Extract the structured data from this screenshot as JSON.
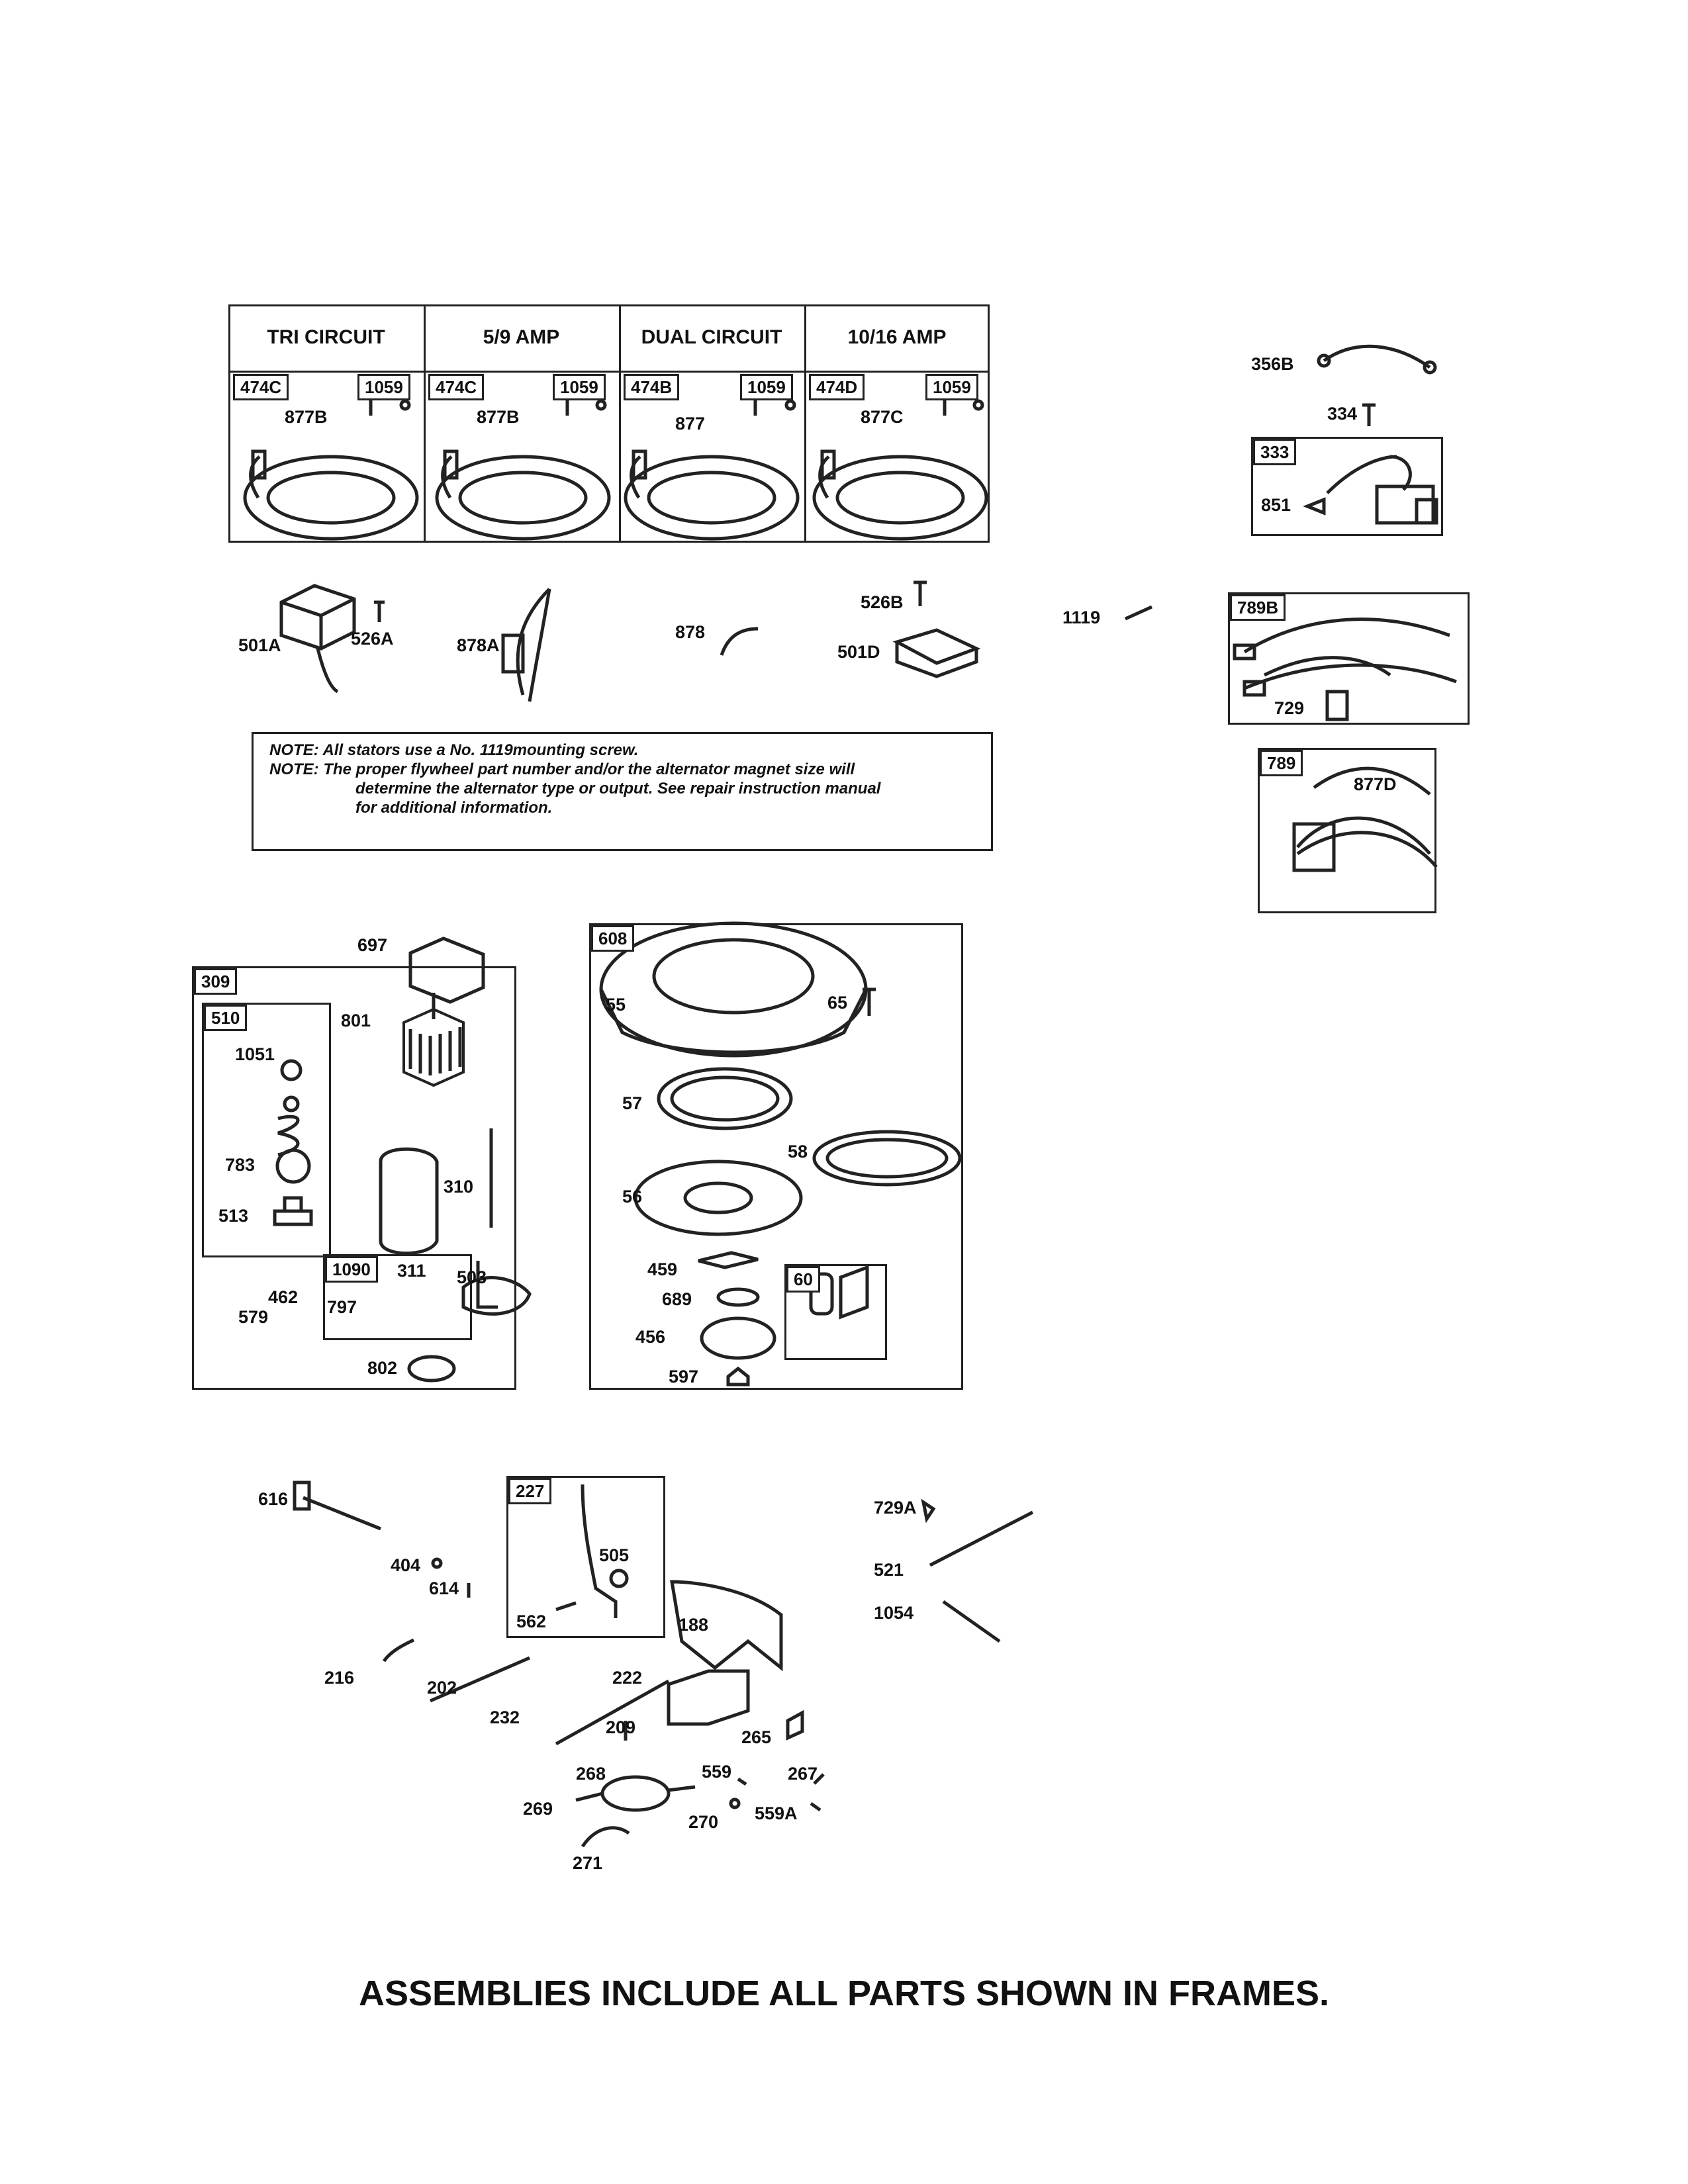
{
  "stator_table": {
    "headers": [
      "TRI CIRCUIT",
      "5/9 AMP",
      "DUAL CIRCUIT",
      "10/16 AMP"
    ],
    "cells": [
      {
        "assembly": "474C",
        "screw": "1059",
        "lead": "877B"
      },
      {
        "assembly": "474C",
        "screw": "1059",
        "lead": "877B"
      },
      {
        "assembly": "474B",
        "screw": "1059",
        "lead": "877"
      },
      {
        "assembly": "474D",
        "screw": "1059",
        "lead": "877C"
      }
    ]
  },
  "loose_parts_row": {
    "regulator_a": "501A",
    "screw_a": "526A",
    "harness_a": "878A",
    "connector": "878",
    "screw_b": "526B",
    "regulator_d": "501D",
    "mount_screw": "1119"
  },
  "note": {
    "prefix": "NOTE:",
    "line1": "All stators use a No. 1119mounting screw.",
    "line2": "The proper flywheel part number and/or the alternator magnet size will",
    "line3": "determine the alternator type or output. See repair instruction manual",
    "line4": "for additional information."
  },
  "right_column": {
    "wire_top": "356B",
    "screw_334": "334",
    "frame_333": "333",
    "part_851": "851",
    "frame_789b": "789B",
    "part_729": "729",
    "frame_789": "789",
    "part_877d": "877D"
  },
  "starter": {
    "part_697": "697",
    "frame_309": "309",
    "frame_510": "510",
    "parts": [
      "801",
      "1051",
      "783",
      "513",
      "310",
      "311",
      "1090",
      "797",
      "503",
      "462",
      "579",
      "802"
    ]
  },
  "rewind": {
    "frame_608": "608",
    "frame_60": "60",
    "parts": [
      "55",
      "65",
      "57",
      "58",
      "56",
      "459",
      "689",
      "456",
      "597"
    ]
  },
  "controls": {
    "frame_227": "227",
    "parts": [
      "616",
      "404",
      "614",
      "505",
      "562",
      "188",
      "216",
      "202",
      "222",
      "232",
      "209",
      "265",
      "268",
      "559",
      "267",
      "269",
      "270",
      "559A",
      "271",
      "729A",
      "521",
      "1054"
    ]
  },
  "footer": "ASSEMBLIES INCLUDE ALL PARTS SHOWN IN FRAMES."
}
